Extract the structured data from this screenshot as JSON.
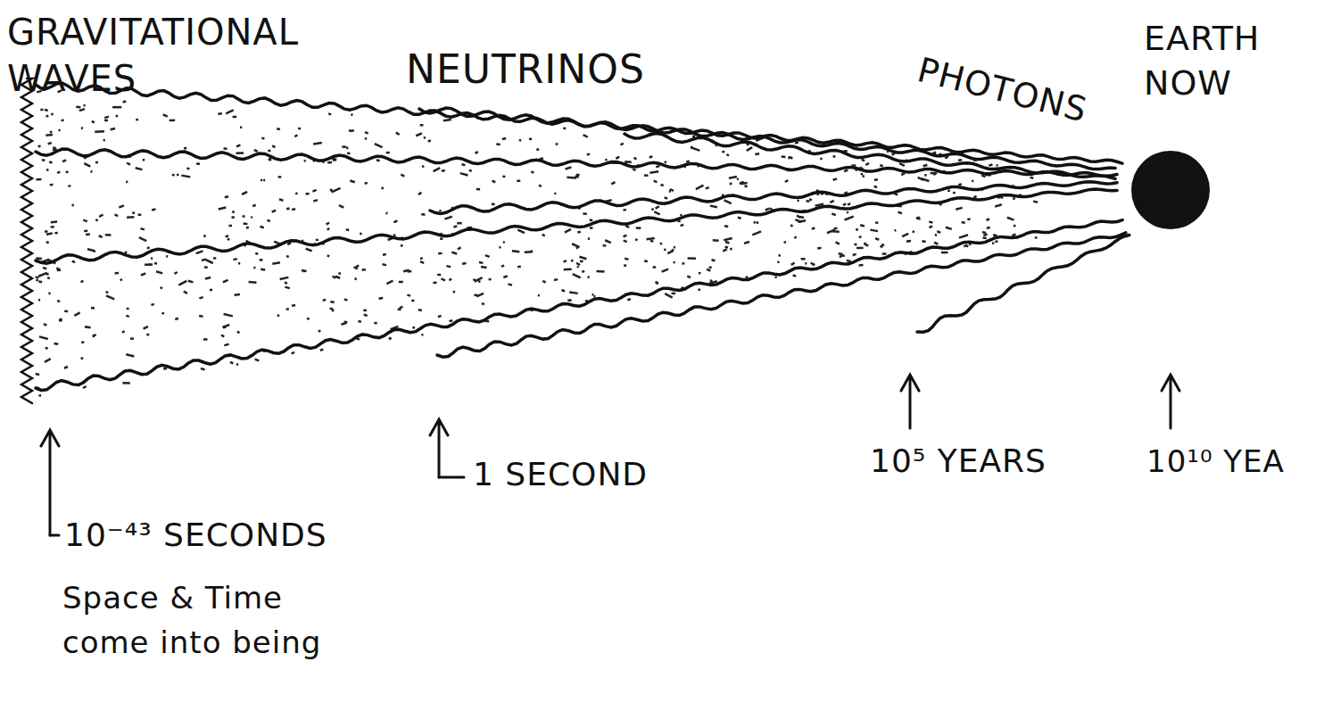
{
  "diagram": {
    "labels": [
      "GRAVITATIONAL WAVES",
      "NEUTRINOS",
      "PHOTONS",
      "EARTH NOW",
      "1 SECOND",
      "10⁵ YEARS",
      "10¹⁰ YEA",
      "10⁻⁴³ SECONDS",
      "Space & Time come into being"
    ]
  }
}
